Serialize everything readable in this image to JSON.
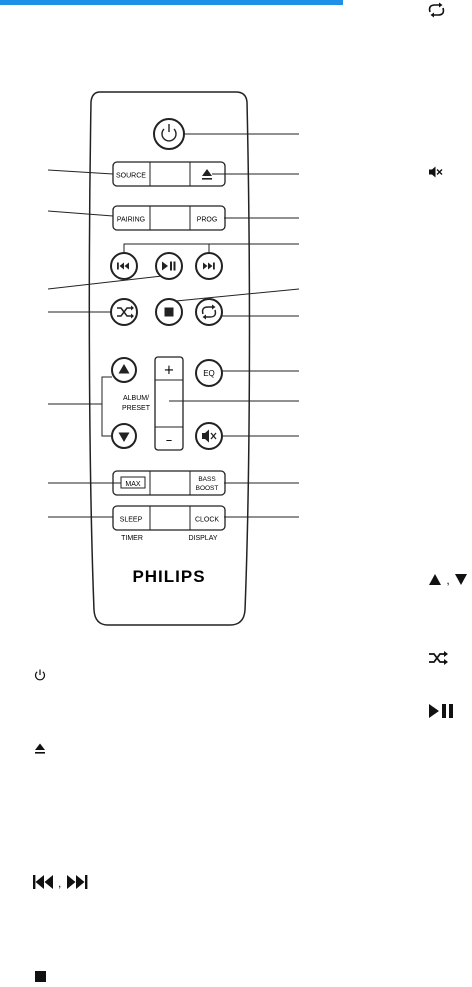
{
  "header": {
    "accent_color": "#1e90e6"
  },
  "remote": {
    "brand": "PHILIPS",
    "buttons": {
      "source": "SOURCE",
      "pairing": "PAIRING",
      "prog": "PROG",
      "eq": "EQ",
      "vol_plus": "+",
      "vol_minus": "–",
      "album_preset_1": "ALBUM/",
      "album_preset_2": "PRESET",
      "max": "MAX",
      "bass_1": "BASS",
      "bass_2": "BOOST",
      "sleep": "SLEEP",
      "timer": "TIMER",
      "clock": "CLOCK",
      "display": "DISPLAY"
    }
  },
  "icons_right": {
    "repeat": "repeat-icon",
    "mute": "mute-icon",
    "up_down": "up-down-arrows-icon",
    "shuffle": "shuffle-icon",
    "play_pause": "play-pause-icon"
  },
  "icons_left": {
    "power": "power-icon",
    "eject": "eject-icon",
    "prev_next": "prev-next-icon",
    "stop": "stop-icon"
  }
}
